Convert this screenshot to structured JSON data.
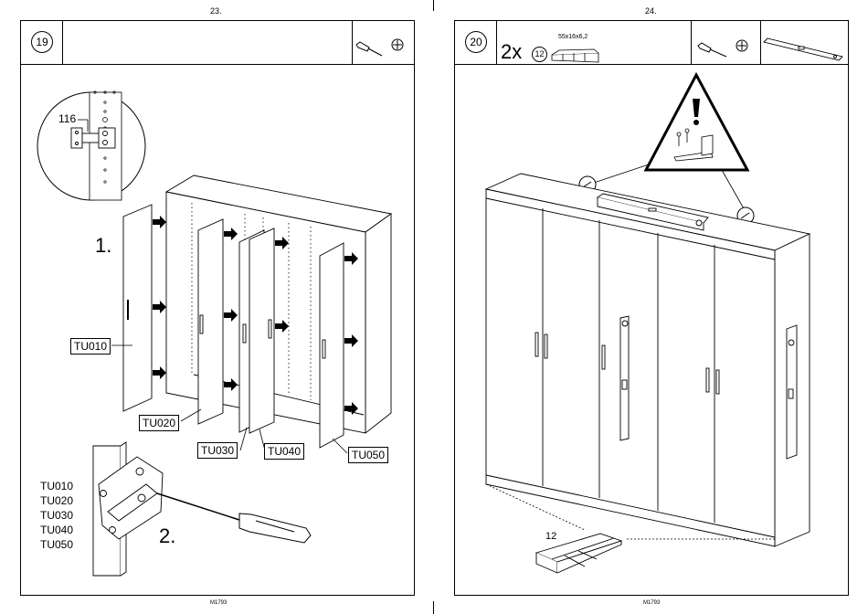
{
  "pages": [
    {
      "page_number": "23.",
      "step_number": "19",
      "labels": {
        "hinge_part": "116",
        "tu010": "TU010",
        "tu020": "TU020",
        "tu030": "TU030",
        "tu040": "TU040",
        "tu050": "TU050"
      },
      "step_one": "1.",
      "step_two": "2.",
      "part_list": [
        "TU010",
        "TU020",
        "TU030",
        "TU040",
        "TU050"
      ],
      "footer": "M1793",
      "tool_icons": [
        "screwdriver-icon",
        "phillips-screw-head-icon"
      ]
    },
    {
      "page_number": "24.",
      "step_number": "20",
      "hardware_quantity": "2x",
      "hardware_part_number": "12",
      "hardware_size": "55x16x6,2",
      "bottom_part_label": "12",
      "footer": "M1793",
      "tool_icons": [
        "screwdriver-icon",
        "phillips-screw-head-icon",
        "spirit-level-icon"
      ],
      "warning_icon": "warning-exclamation-icon"
    }
  ]
}
